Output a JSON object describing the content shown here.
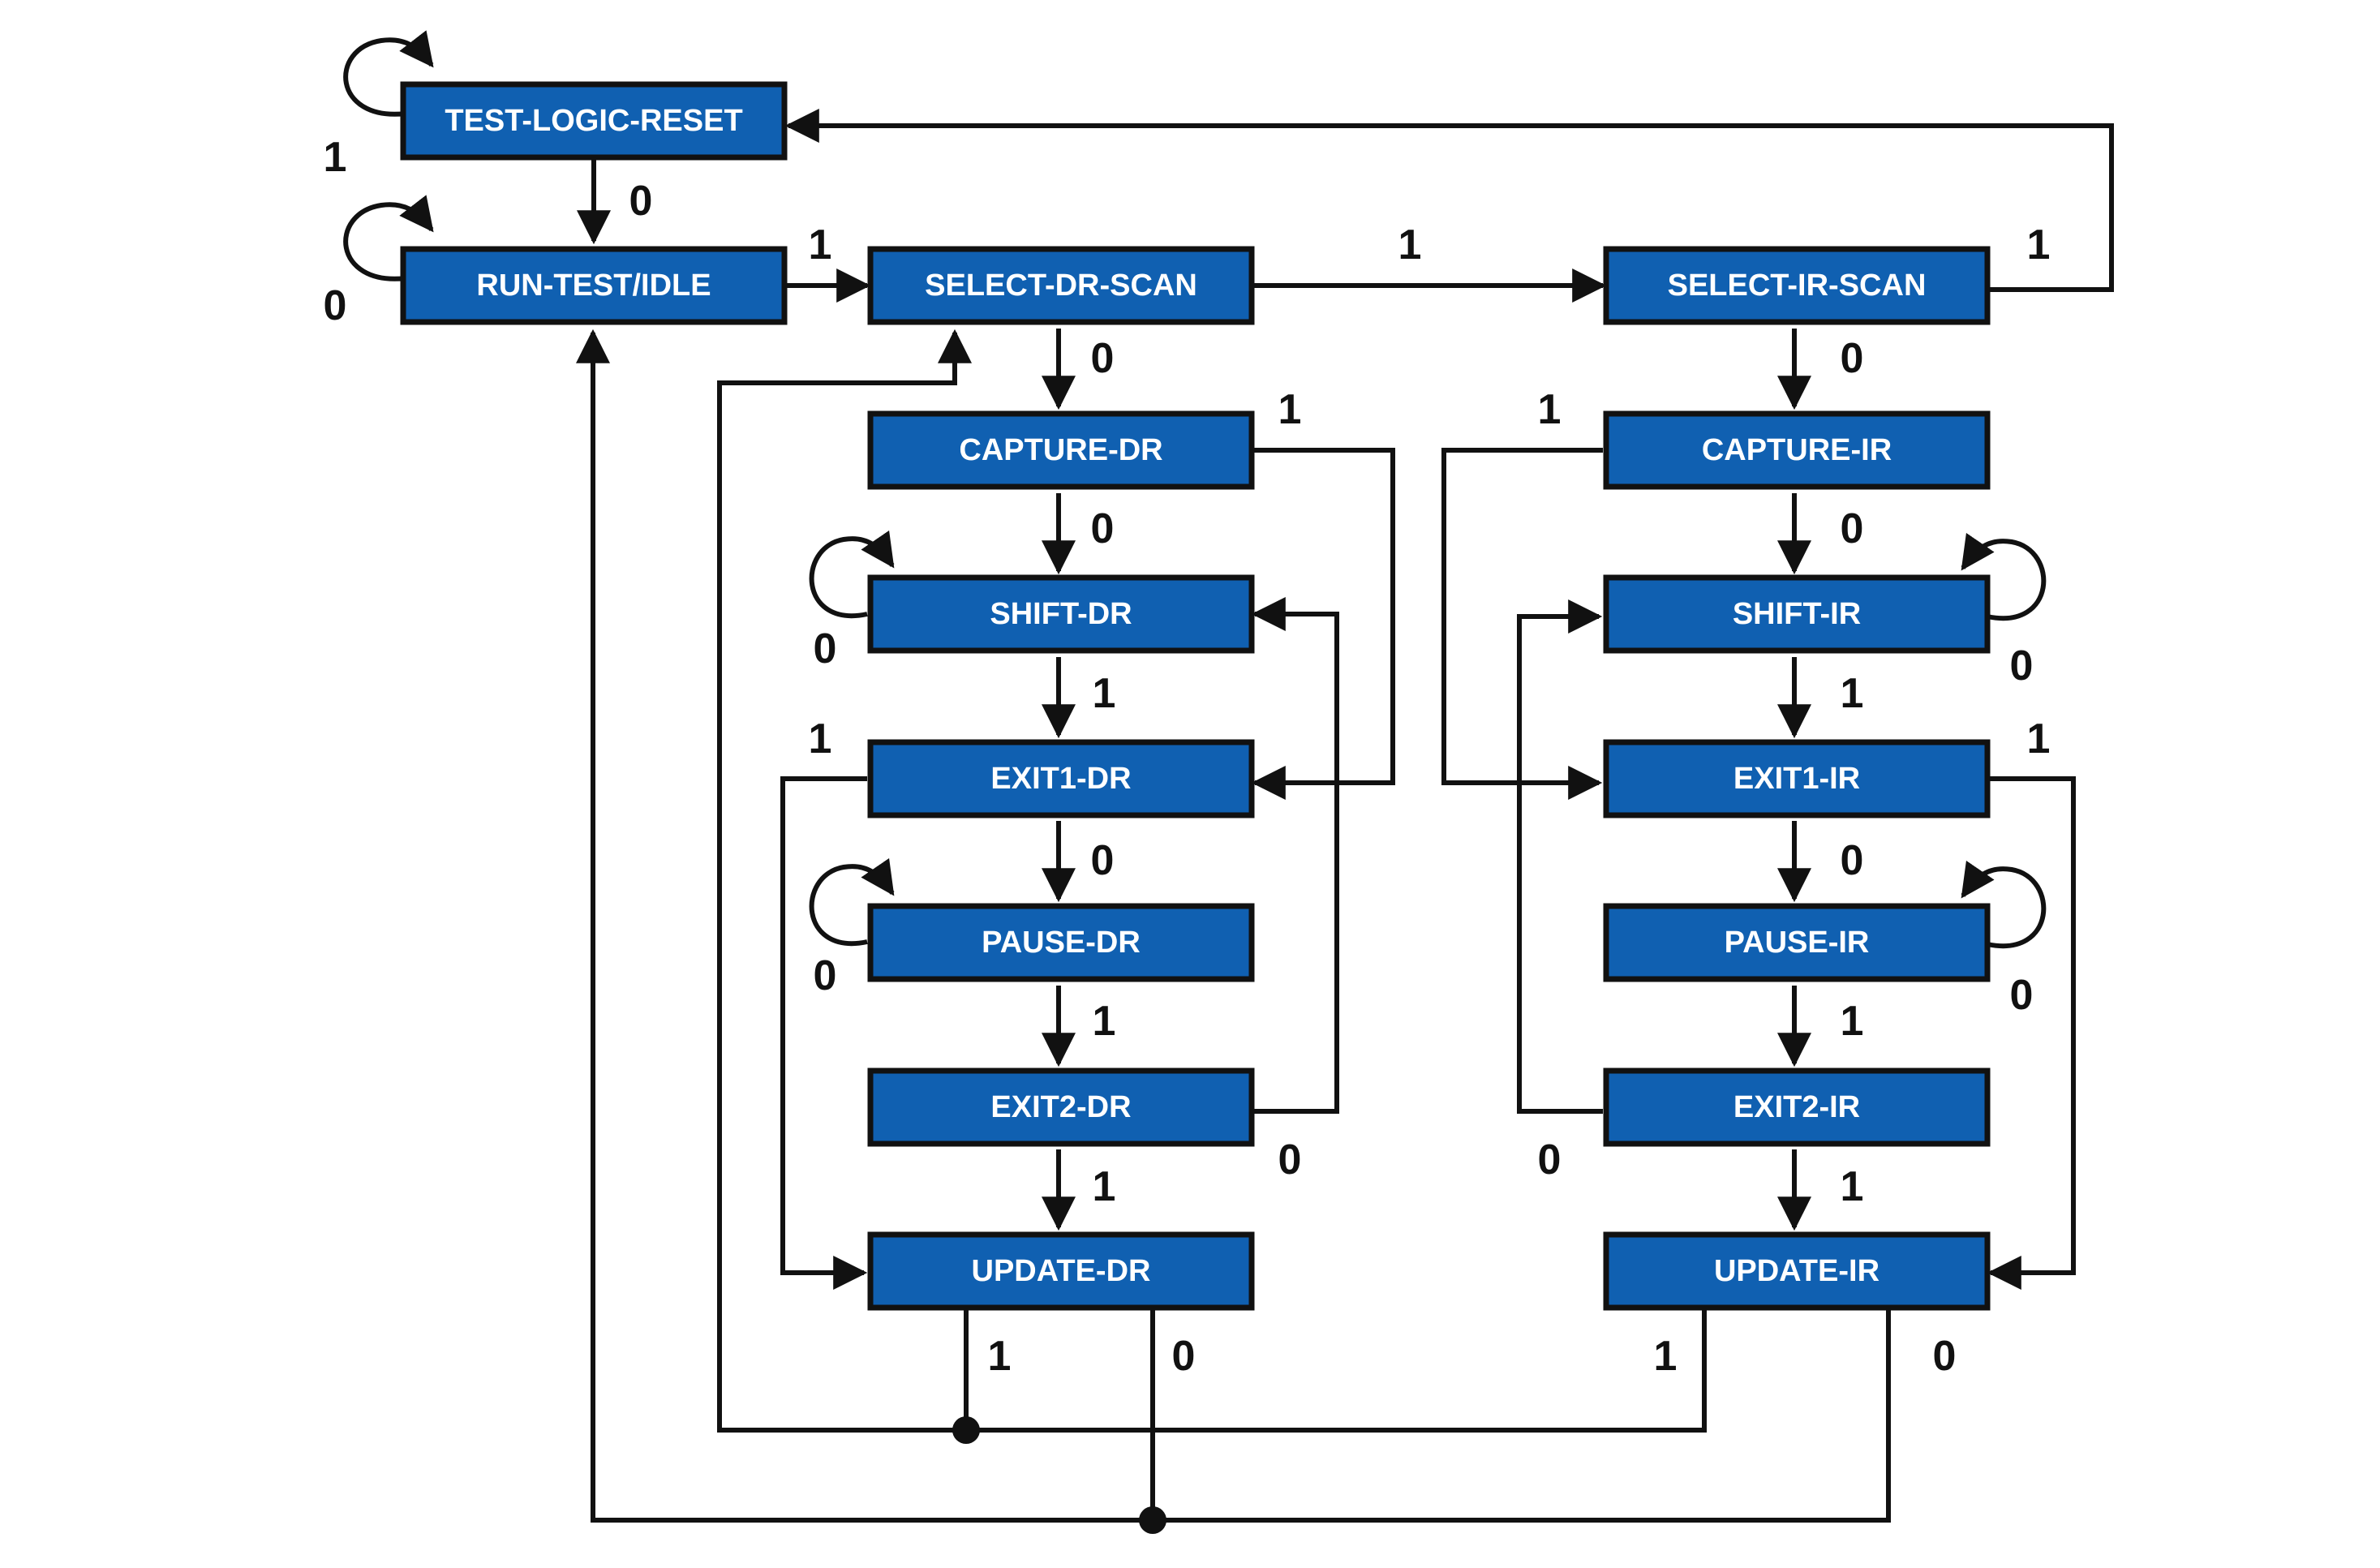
{
  "colors": {
    "state_fill": "#1060b1",
    "state_text": "#ffffff",
    "line": "#111111"
  },
  "states": {
    "test_logic_reset": "TEST-LOGIC-RESET",
    "run_test_idle": "RUN-TEST/IDLE",
    "select_dr_scan": "SELECT-DR-SCAN",
    "capture_dr": "CAPTURE-DR",
    "shift_dr": "SHIFT-DR",
    "exit1_dr": "EXIT1-DR",
    "pause_dr": "PAUSE-DR",
    "exit2_dr": "EXIT2-DR",
    "update_dr": "UPDATE-DR",
    "select_ir_scan": "SELECT-IR-SCAN",
    "capture_ir": "CAPTURE-IR",
    "shift_ir": "SHIFT-IR",
    "exit1_ir": "EXIT1-IR",
    "pause_ir": "PAUSE-IR",
    "exit2_ir": "EXIT2-IR",
    "update_ir": "UPDATE-IR"
  },
  "edges": {
    "tlr_self": "1",
    "tlr_to_rti": "0",
    "rti_self": "0",
    "rti_to_sdr": "1",
    "sdr_to_sir": "1",
    "sir_to_tlr": "1",
    "sdr_to_cdr": "0",
    "cdr_to_e1dr": "1",
    "cdr_to_shdr": "0",
    "shdr_self": "0",
    "shdr_to_e1dr": "1",
    "e1dr_to_udr": "1",
    "e1dr_to_pdr": "0",
    "pdr_self": "0",
    "pdr_to_e2dr": "1",
    "e2dr_to_shdr": "0",
    "e2dr_to_udr": "1",
    "udr_to_sdr": "1",
    "udr_to_rti": "0",
    "sir_to_cir": "0",
    "cir_to_e1ir": "1",
    "cir_to_shir": "0",
    "shir_self": "0",
    "shir_to_e1ir": "1",
    "e1ir_to_uir": "1",
    "e1ir_to_pir": "0",
    "pir_self": "0",
    "pir_to_e2ir": "1",
    "e2ir_to_shir": "0",
    "e2ir_to_uir": "1",
    "uir_to_sdr": "1",
    "uir_to_rti": "0"
  }
}
